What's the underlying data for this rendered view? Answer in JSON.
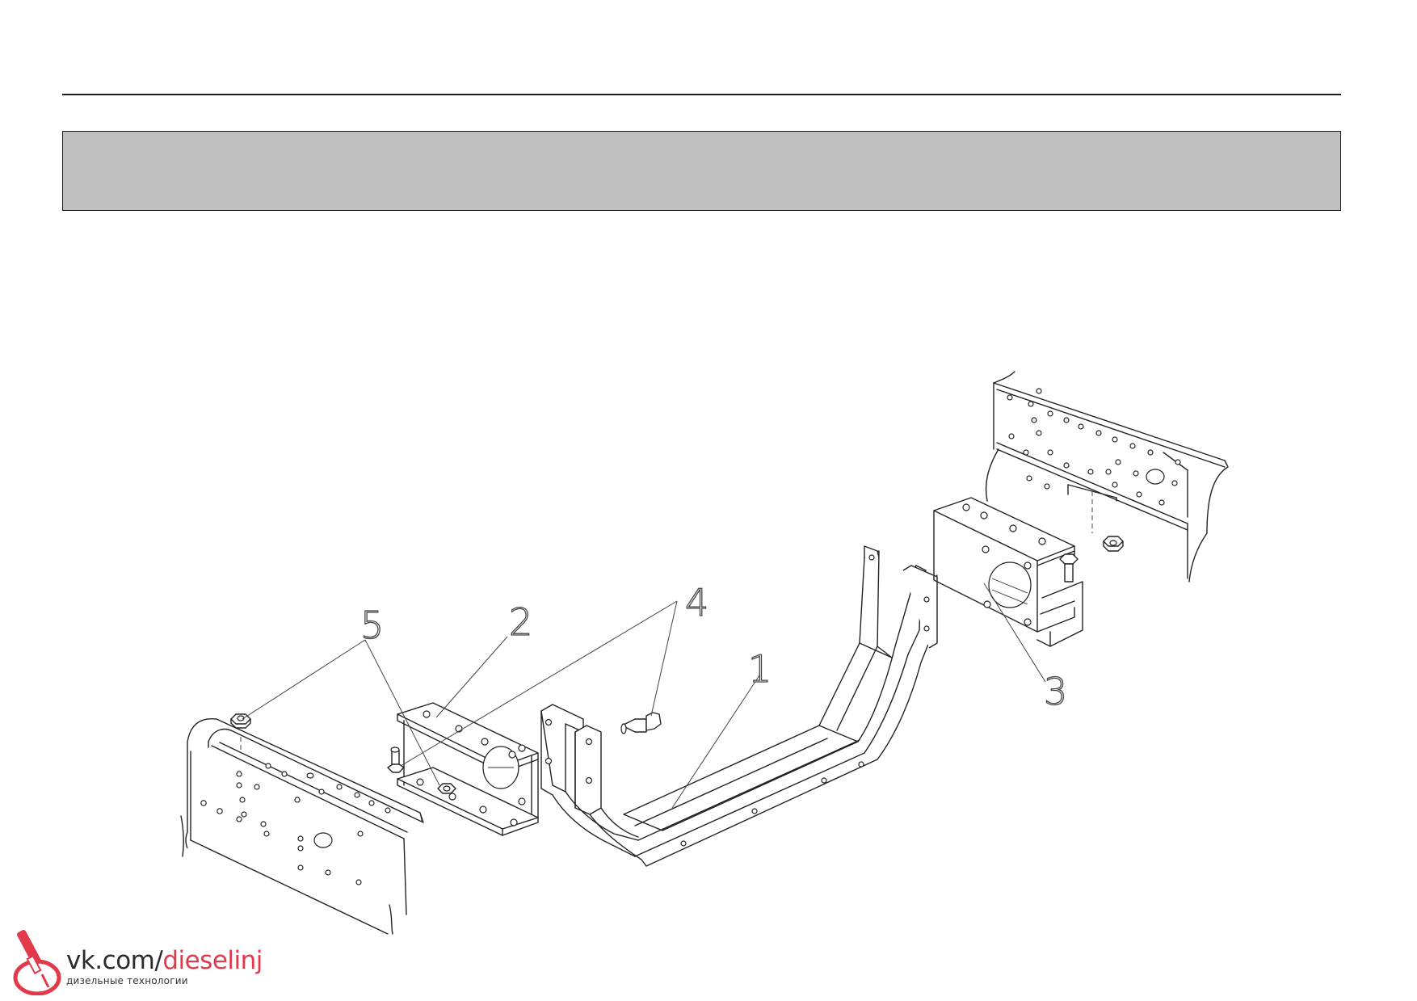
{
  "diagram": {
    "callouts": {
      "part_1": "1",
      "part_2": "2",
      "part_3": "3",
      "part_4": "4",
      "part_5": "5"
    }
  },
  "watermark": {
    "site_prefix": "vk.com/",
    "site_name": "dieselinj",
    "subtitle": "дизельные технологии",
    "accent_color": "#e23a4b"
  }
}
